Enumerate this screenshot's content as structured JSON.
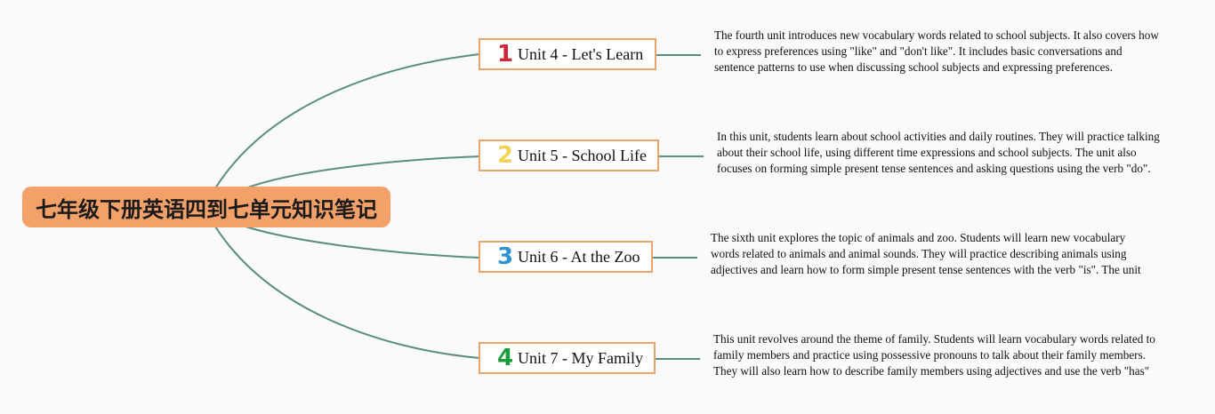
{
  "root": {
    "title": "七年级下册英语四到七单元知识笔记"
  },
  "units": [
    {
      "number": "1",
      "number_color": "#d0253a",
      "label": "Unit 4 - Let's Learn",
      "note": "The fourth unit introduces new vocabulary words related to school subjects. It also covers how to express preferences using \"like\" and \"don't like\". It includes basic conversations and sentence patterns to use when discussing school subjects and expressing preferences."
    },
    {
      "number": "2",
      "number_color": "#f2d35a",
      "label": "Unit 5 - School Life",
      "note": "In this unit, students learn about school activities and daily routines. They will practice talking about their school life, using different time expressions and school subjects. The unit also focuses on forming simple present tense sentences and asking questions using the verb \"do\"."
    },
    {
      "number": "3",
      "number_color": "#2e93cf",
      "label": "Unit 6 - At the Zoo",
      "note": "The sixth unit explores the topic of animals and zoo. Students will learn new vocabulary words related to animals and animal sounds. They will practice describing animals using adjectives and learn how to form simple present tense sentences with the verb \"is\". The unit also covers asking and answering questions about animals."
    },
    {
      "number": "4",
      "number_color": "#1e9b3c",
      "label": "Unit 7 - My Family",
      "note": "This unit revolves around the theme of family. Students will learn vocabulary words related to family members and practice using possessive pronouns to talk about their family members. They will also learn how to describe family members using adjectives and use the verb \"has\" to talk about possession."
    }
  ],
  "colors": {
    "connector": "#5a8f7b",
    "root_fill": "#f3a069",
    "node_border": "#eba36e"
  }
}
